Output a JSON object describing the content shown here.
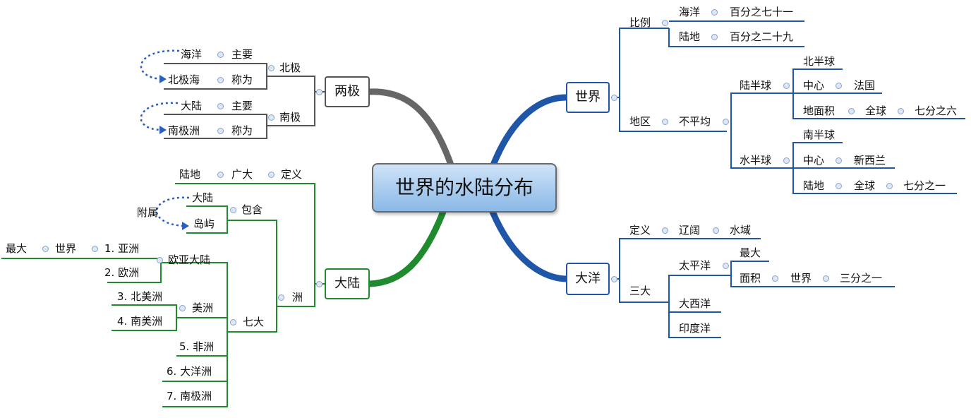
{
  "central": "世界的水陆分布",
  "world": {
    "title": "世界",
    "ratio": "比例",
    "ocean": "海洋",
    "ocean_pct": "百分之七十一",
    "land": "陆地",
    "land_pct": "百分之二十九",
    "region": "地区",
    "uneven": "不平均",
    "land_hemi": "陆半球",
    "north_hemi": "北半球",
    "center": "中心",
    "france": "法国",
    "land_area": "地面积",
    "whole_earth": "全球",
    "six_sevenths": "七分之六",
    "water_hemi": "水半球",
    "south_hemi": "南半球",
    "center2": "中心",
    "new_zealand": "新西兰",
    "land2": "陆地",
    "whole_earth2": "全球",
    "one_seventh": "七分之一"
  },
  "ocean": {
    "title": "大洋",
    "definition": "定义",
    "vast": "辽阔",
    "water_area": "水域",
    "three_big": "三大",
    "pacific": "太平洋",
    "largest": "最大",
    "area": "面积",
    "world": "世界",
    "one_third": "三分之一",
    "atlantic": "大西洋",
    "indian": "印度洋"
  },
  "poles": {
    "title": "两极",
    "north_pole": "北极",
    "ocean": "海洋",
    "mainly1": "主要",
    "arctic_ocean": "北极海",
    "called1": "称为",
    "south_pole": "南极",
    "continent": "大陆",
    "mainly2": "主要",
    "antarctica": "南极洲",
    "called2": "称为"
  },
  "continent": {
    "title": "大陆",
    "land": "陆地",
    "vast": "广大",
    "definition": "定义",
    "includes": "包含",
    "affiliated": "附属",
    "mainland": "大陆",
    "islands": "岛屿",
    "zhou": "洲",
    "seven_big": "七大",
    "largest": "最大",
    "world": "世界",
    "asia": "1. 亚洲",
    "eurasia": "欧亚大陆",
    "europe": "2. 欧洲",
    "americas": "美洲",
    "north_america": "3. 北美洲",
    "south_america": "4. 南美洲",
    "africa": "5. 非洲",
    "oceania": "6. 大洋洲",
    "antarctica": "7. 南极洲"
  }
}
